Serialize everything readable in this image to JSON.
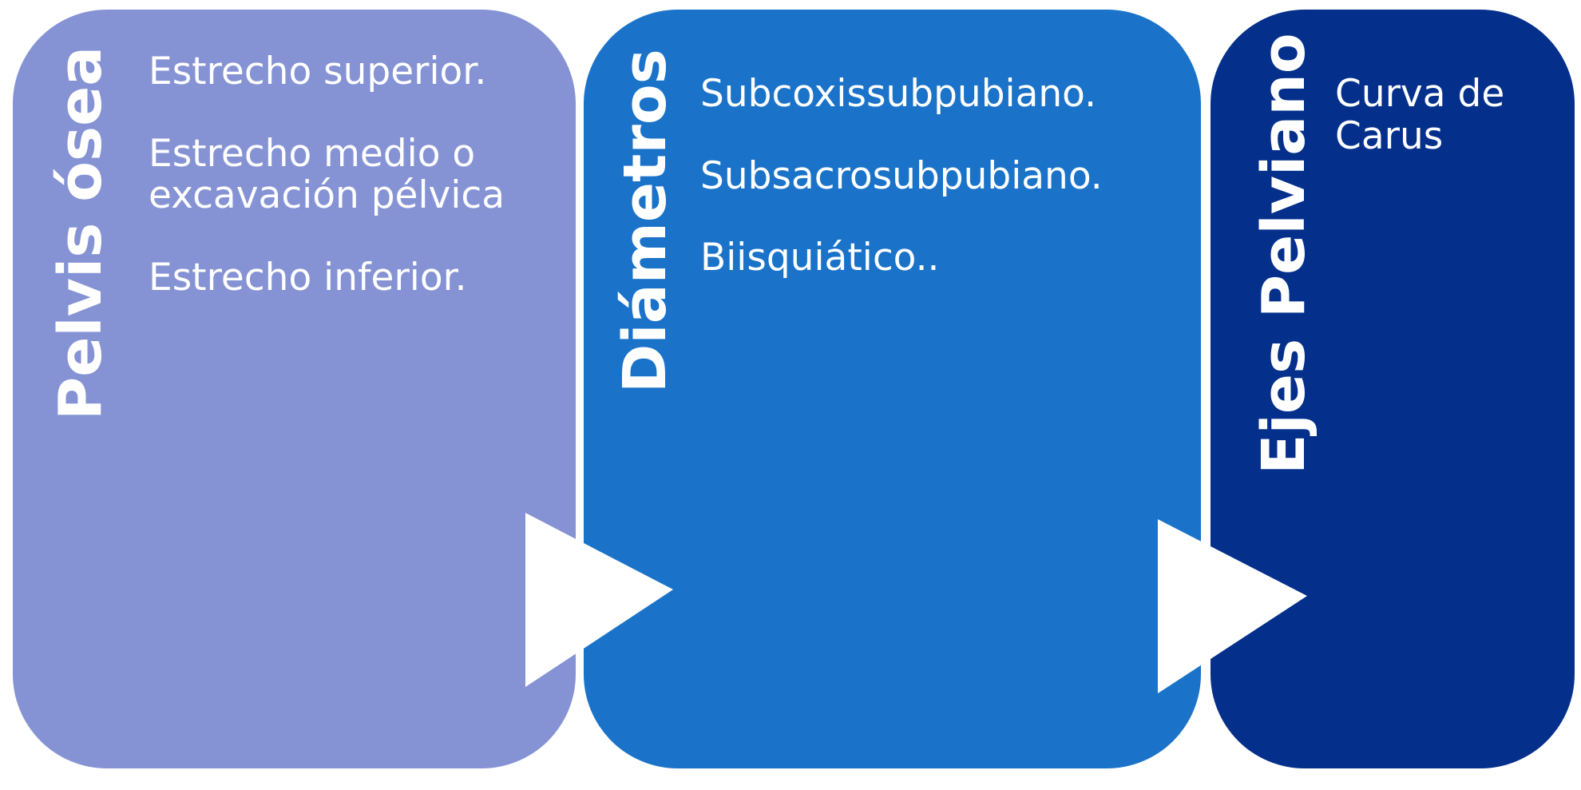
{
  "panels": [
    {
      "title": "Pelvis ósea",
      "color": "#8593D4",
      "items": [
        "Estrecho superior.",
        "Estrecho medio o excavación pélvica",
        "Estrecho inferior."
      ]
    },
    {
      "title": "Diámetros",
      "color": "#1A73C9",
      "items": [
        "Subcoxissubpubiano.",
        "Subsacrosubpubiano.",
        "Biisquiático.."
      ]
    },
    {
      "title": "Ejes Pelviano",
      "color": "#04308C",
      "items": [
        "Curva de Carus"
      ]
    }
  ],
  "arrow_color": "#FFFFFF"
}
